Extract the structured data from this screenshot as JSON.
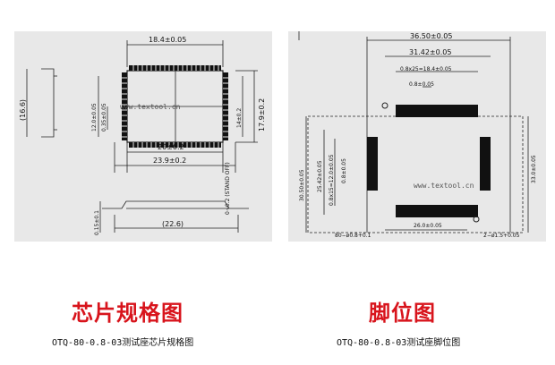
{
  "left_panel": {
    "title": "芯片规格图",
    "caption": "OTQ-80-0.8-03测试座芯片规格图",
    "watermark": "www.textool.cn",
    "dims": {
      "top_width": "18.4±0.05",
      "left_height": "(16.6)",
      "inner_height": "12.0±0.05",
      "pitch": "0.35±0.05",
      "right_inner": "14±0.2",
      "right_outer": "17.9±0.2",
      "bottom_inner": "20±0.2",
      "bottom_outer": "23.9±0.2",
      "standoff": "0~0.2 (STAND OFF)",
      "profile_width": "(22.6)",
      "profile_height": "0.15±0.1"
    }
  },
  "right_panel": {
    "title": "脚位图",
    "caption": "OTQ-80-0.8-03测试座脚位图",
    "watermark": "www.textool.cn",
    "dims": {
      "outer_width": "36.50±0.05",
      "inner_width": "31.42±0.05",
      "pitch_span": "0.8x25=18.4±0.05",
      "pitch": "0.8±0.05",
      "outer_height": "30.50±0.05",
      "inner_height": "25.42±0.05",
      "side_span": "0.8x15=12.0±0.05",
      "side_pitch": "0.8±0.05",
      "right_height": "33.0±0.05",
      "bottom_width": "26.0±0.05",
      "holes_80": "80−ø0.8+0.1",
      "holes_2": "2−ø1.5+0.05"
    }
  }
}
